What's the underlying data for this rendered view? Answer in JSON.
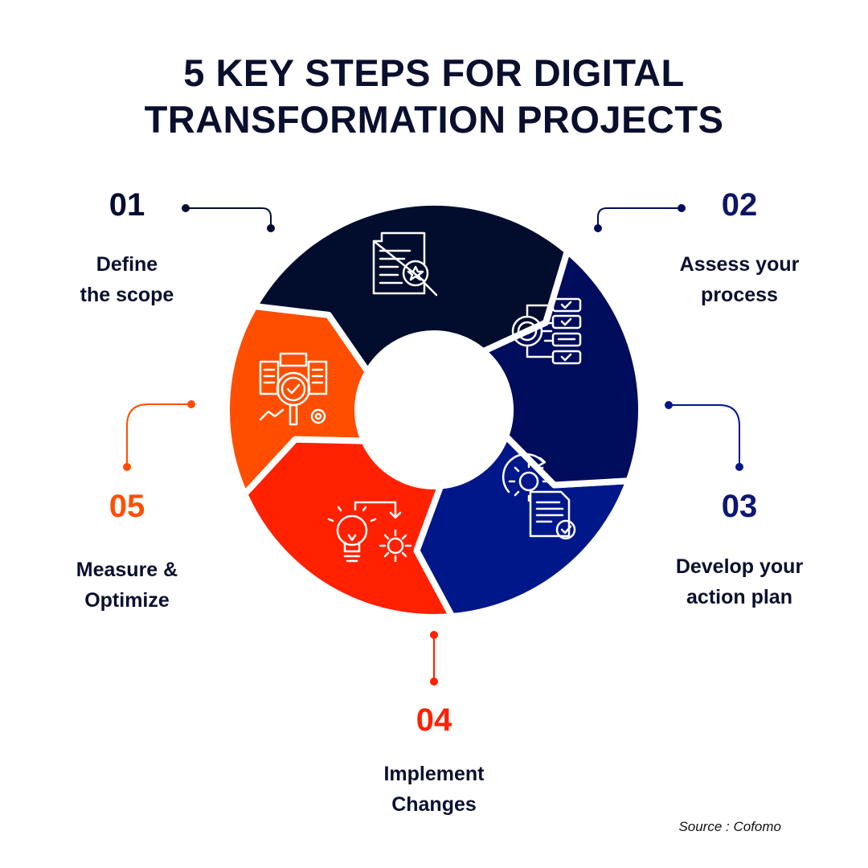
{
  "title": {
    "line1": "5 KEY STEPS FOR DIGITAL",
    "line2": "TRANSFORMATION PROJECTS"
  },
  "steps": [
    {
      "number": "01",
      "label1": "Define",
      "label2": "the scope",
      "color": "#020d2e",
      "icon": "document-search-star-icon"
    },
    {
      "number": "02",
      "label1": "Assess your",
      "label2": "process",
      "color": "#000c5c",
      "icon": "target-checklist-icon"
    },
    {
      "number": "03",
      "label1": "Develop your",
      "label2": "action plan",
      "color": "#00178a",
      "icon": "gear-document-check-icon"
    },
    {
      "number": "04",
      "label1": "Implement",
      "label2": "Changes",
      "color": "#ff2100",
      "icon": "lightbulb-gear-icon"
    },
    {
      "number": "05",
      "label1": "Measure &",
      "label2": "Optimize",
      "color": "#ff4e00",
      "icon": "analysis-magnifier-gear-icon"
    }
  ],
  "source": "Source : Cofomo"
}
